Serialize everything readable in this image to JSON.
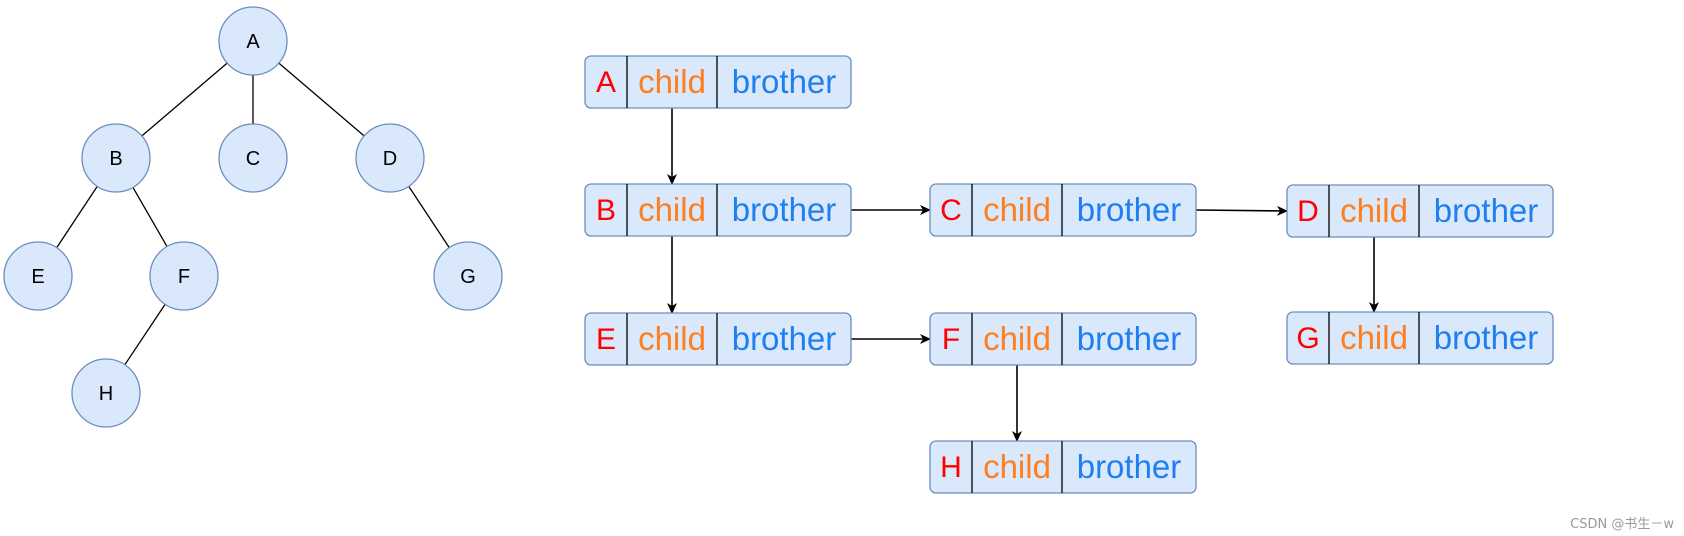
{
  "colors": {
    "node_fill": "#dae8fc",
    "node_stroke": "#6c8ebf",
    "edge": "#000000",
    "name_text": "#ff0000",
    "child_text": "#ff7f1f",
    "brother_text": "#1f7ff0"
  },
  "tree": {
    "nodes": [
      "A",
      "B",
      "C",
      "D",
      "E",
      "F",
      "G",
      "H"
    ],
    "edges": [
      [
        "A",
        "B"
      ],
      [
        "A",
        "C"
      ],
      [
        "A",
        "D"
      ],
      [
        "B",
        "E"
      ],
      [
        "B",
        "F"
      ],
      [
        "D",
        "G"
      ],
      [
        "F",
        "H"
      ]
    ]
  },
  "child_brother": {
    "field_child": "child",
    "field_brother": "brother",
    "records": [
      "A",
      "B",
      "C",
      "D",
      "E",
      "F",
      "G",
      "H"
    ],
    "child_links": [
      [
        "A",
        "B"
      ],
      [
        "B",
        "E"
      ],
      [
        "D",
        "G"
      ],
      [
        "F",
        "H"
      ]
    ],
    "brother_links": [
      [
        "B",
        "C"
      ],
      [
        "C",
        "D"
      ],
      [
        "E",
        "F"
      ]
    ]
  },
  "watermark": "CSDN @书生－w"
}
